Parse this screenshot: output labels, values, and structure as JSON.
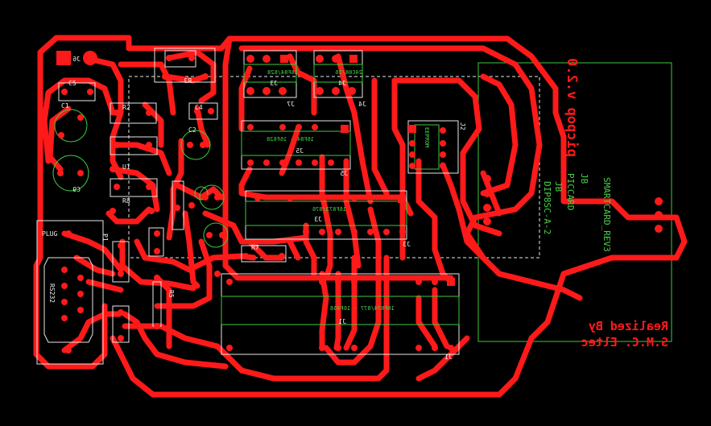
{
  "title_mirrored": "picpop v.2.0",
  "credit_line1": "Realized By",
  "credit_line2": "S.M.C. Eltec",
  "smartcard_label": "SMARTCARD_REV3",
  "jb_label": "JB",
  "picpart_label": "PICCARD",
  "dip_label": "DIP8SC-A-2",
  "plug_label": "PLUG",
  "rs232_label": "RS232",
  "components": {
    "j6": "J6",
    "c5": "C5",
    "c1": "C1",
    "c9": "C9",
    "r2": "R2",
    "r3": "R3",
    "r5": "R5",
    "r7": "R7",
    "r8": "R8",
    "c2": "C2",
    "c4": "C4",
    "u1": "U1",
    "p1": "P1",
    "j1": "J1",
    "j2": "J2",
    "j3": "J3",
    "j4": "J4",
    "j5": "J5",
    "j7": "J7",
    "eeprom": "EEPROM",
    "ic_j5": "16F84 - 16F628",
    "ic_j3": "16F873/876",
    "ic_j1": "16F874/877 - 16F458",
    "ic_j4": "24C08/16",
    "ic_j7": "16F84/628"
  }
}
